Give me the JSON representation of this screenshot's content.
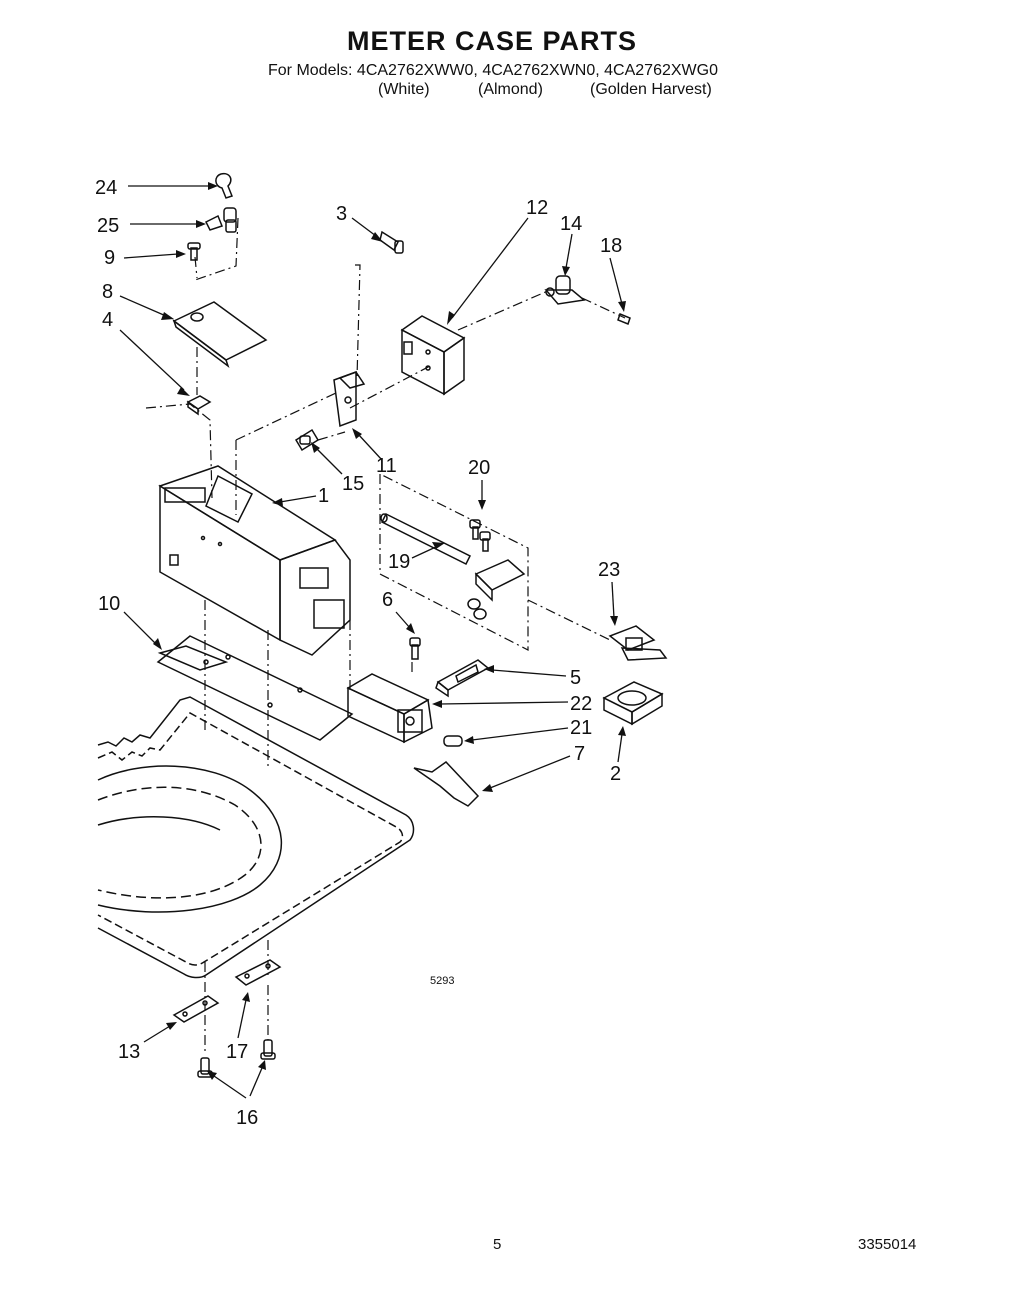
{
  "header": {
    "title": "METER CASE PARTS",
    "models_prefix": "For Models:",
    "models": [
      "4CA2762XWW0,",
      "4CA2762XWN0,",
      "4CA2762XWG0"
    ],
    "colors": [
      "(White)",
      "(Almond)",
      "(Golden Harvest)"
    ]
  },
  "callouts": {
    "c1": "1",
    "c2": "2",
    "c3": "3",
    "c4": "4",
    "c5": "5",
    "c6": "6",
    "c7": "7",
    "c8": "8",
    "c9": "9",
    "c10": "10",
    "c11": "11",
    "c12": "12",
    "c13": "13",
    "c14": "14",
    "c15": "15",
    "c16": "16",
    "c17": "17",
    "c18": "18",
    "c19": "19",
    "c20": "20",
    "c21": "21",
    "c22": "22",
    "c23": "23",
    "c24": "24",
    "c25": "25"
  },
  "diagram_code": "5293",
  "footer": {
    "page_number": "5",
    "document_number": "3355014"
  }
}
